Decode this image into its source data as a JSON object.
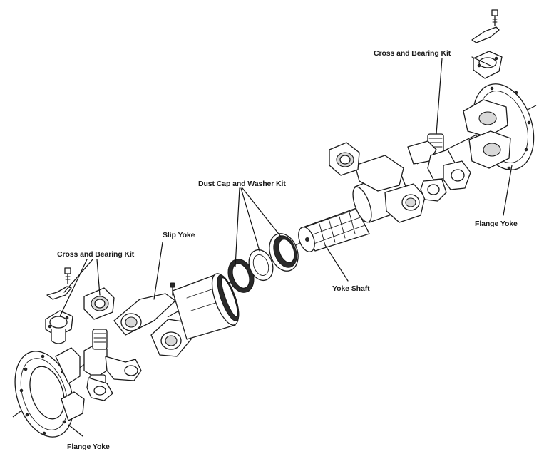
{
  "labels": {
    "cross_bearing_top": "Cross and Bearing Kit",
    "flange_yoke_right": "Flange Yoke",
    "dust_cap": "Dust Cap and Washer Kit",
    "slip_yoke": "Slip Yoke",
    "yoke_shaft": "Yoke Shaft",
    "cross_bearing_left": "Cross and Bearing Kit",
    "flange_yoke_bottom": "Flange Yoke"
  }
}
